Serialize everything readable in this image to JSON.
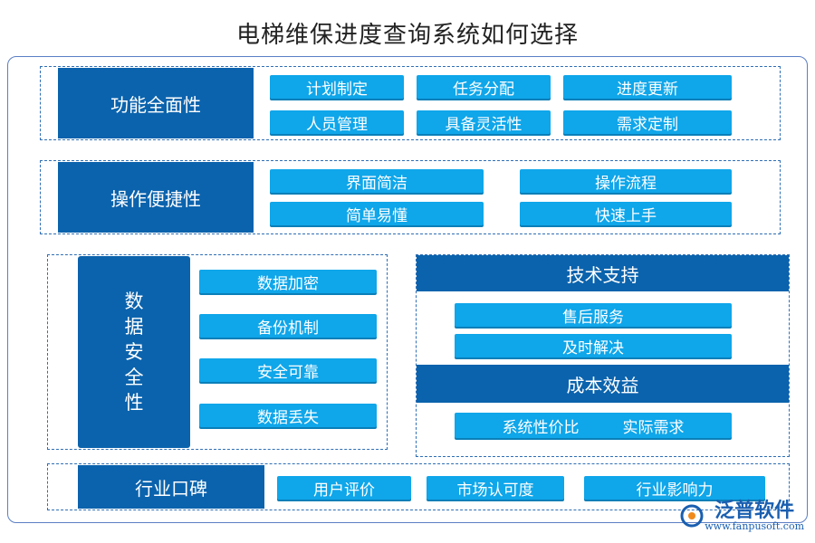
{
  "title": "电梯维保进度查询系统如何选择",
  "sections": {
    "functionality": {
      "label": "功能全面性",
      "items": [
        "计划制定",
        "任务分配",
        "进度更新",
        "人员管理",
        "具备灵活性",
        "需求定制"
      ]
    },
    "ease_of_use": {
      "label": "操作便捷性",
      "items": [
        "界面简洁",
        "操作流程",
        "简单易懂",
        "快速上手"
      ]
    },
    "data_security": {
      "label_chars": [
        "数",
        "据",
        "安",
        "全",
        "性"
      ],
      "items": [
        "数据加密",
        "备份机制",
        "安全可靠",
        "数据丢失"
      ]
    },
    "tech_support": {
      "label": "技术支持",
      "items": [
        "售后服务",
        "及时解决"
      ]
    },
    "cost_benefit": {
      "label": "成本效益",
      "items": [
        "系统性价比",
        "实际需求"
      ]
    },
    "reputation": {
      "label": "行业口碑",
      "items": [
        "用户评价",
        "市场认可度",
        "行业影响力"
      ]
    }
  },
  "logo": {
    "name": "泛普软件",
    "url": "www.fanpusoft.com"
  },
  "colors": {
    "category_bg": "#0b63ad",
    "chip_bg": "#0fa6ea",
    "border": "#2f6fb5"
  }
}
